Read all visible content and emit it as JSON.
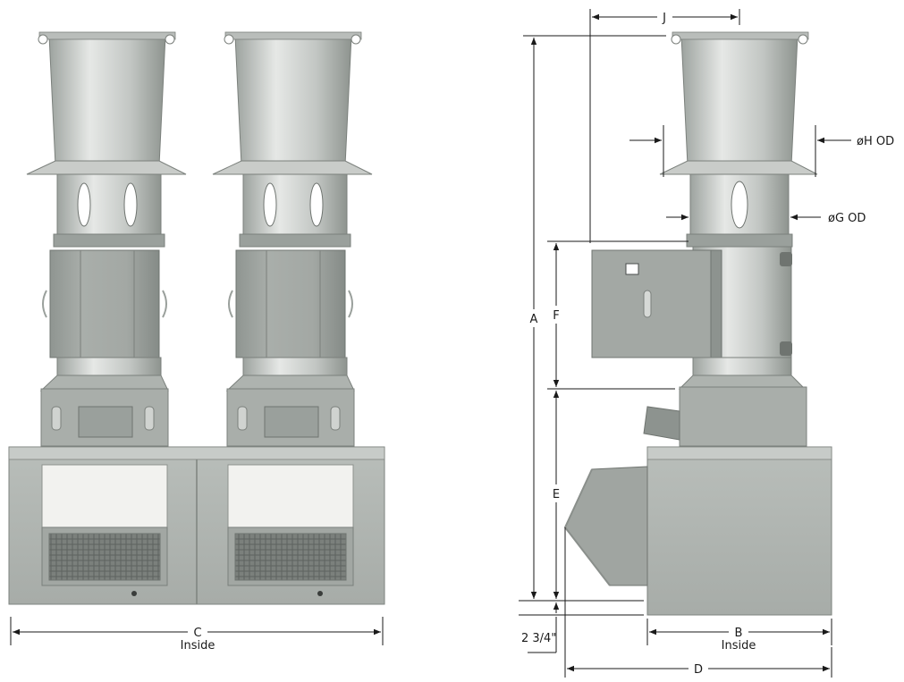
{
  "labels": {
    "C": "C",
    "C_inside": "Inside",
    "A": "A",
    "F": "F",
    "E": "E",
    "J": "J",
    "H": "øH OD",
    "G": "øG OD",
    "B": "B",
    "B_inside": "Inside",
    "D": "D",
    "base_offset": "2 3/4\""
  },
  "colors": {
    "metal_light": "#d9dcda",
    "metal_mid": "#b7bcb8",
    "metal_dark": "#8d938f",
    "panel_white": "#f1f1ee",
    "grille": "#6f7370",
    "dimension_line": "#1a1a1a"
  }
}
